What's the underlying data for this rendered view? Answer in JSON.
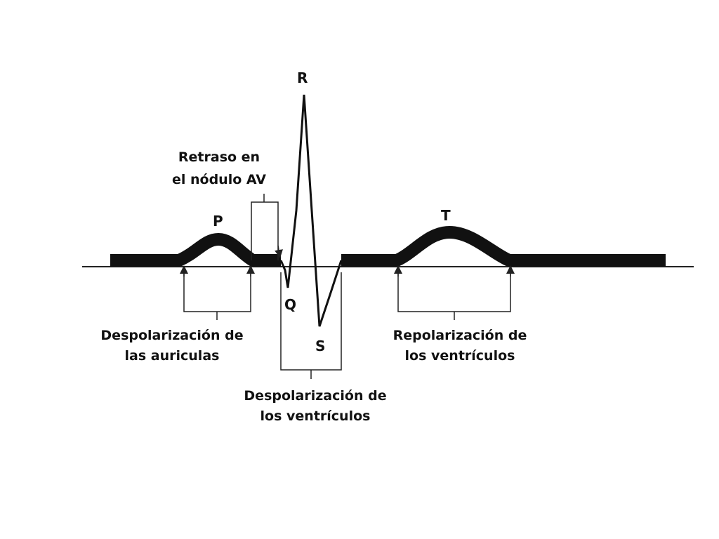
{
  "waves": {
    "p": "P",
    "q": "Q",
    "r": "R",
    "s": "S",
    "t": "T"
  },
  "annotations": {
    "av_delay": {
      "line1": "Retraso en",
      "line2": "el nódulo AV"
    },
    "atrial_depolarization": {
      "line1": "Despolarización de",
      "line2": "las auriculas"
    },
    "ventricular_depolarization": {
      "line1": "Despolarización de",
      "line2": "los ventrículos"
    },
    "ventricular_repolarization": {
      "line1": "Repolarización de",
      "line2": "los ventrículos"
    }
  },
  "colors": {
    "trace": "#111111",
    "lines": "#222222",
    "background": "#ffffff"
  }
}
